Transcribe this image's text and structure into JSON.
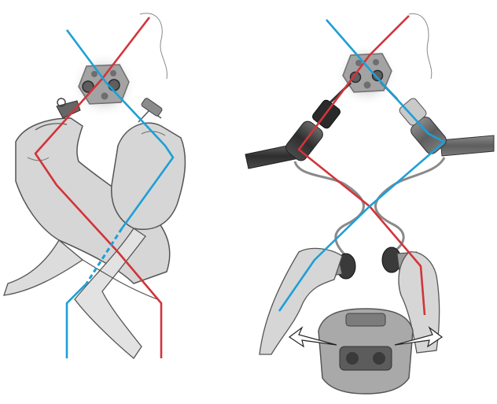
{
  "figure": {
    "panels": [
      {
        "id": "left",
        "description_shown": false,
        "elements": [
          "trocar-port",
          "left-hand",
          "right-hand",
          "red-instrument-axis",
          "blue-instrument-axis"
        ]
      },
      {
        "id": "right",
        "description_shown": false,
        "elements": [
          "trocar-port",
          "robotic-arm-left",
          "robotic-arm-right",
          "console-controller-left",
          "console-controller-right",
          "surgeon-console-headset",
          "red-instrument-axis",
          "blue-instrument-axis"
        ]
      }
    ],
    "colors": {
      "red_axis": "#d2343a",
      "blue_axis": "#1d9fd6",
      "glove": "#d4d4d4",
      "glove_outline": "#555555",
      "port": "#9a9a9a",
      "arm": "#3a3a3a",
      "cable": "#8a8a8a"
    }
  }
}
